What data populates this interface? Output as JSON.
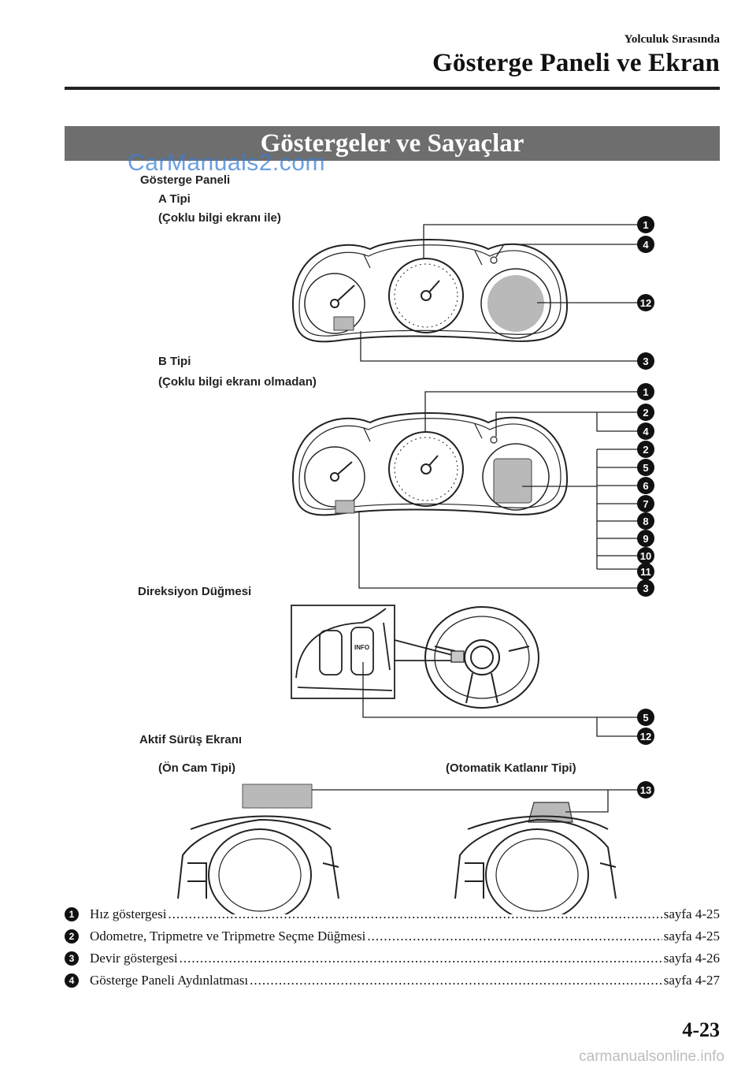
{
  "header": {
    "section": "Yolculuk Sırasında",
    "title": "Gösterge Paneli ve Ekran"
  },
  "banner": "Göstergeler ve Sayaçlar",
  "watermark_top": "CarManuals2.com",
  "labels": {
    "gosterge_paneli": "Gösterge Paneli",
    "a_tipi": "A Tipi",
    "a_tipi_sub": "(Çoklu bilgi ekranı ile)",
    "b_tipi": "B Tipi",
    "b_tipi_sub": "(Çoklu bilgi ekranı olmadan)",
    "direksiyon": "Direksiyon Düğmesi",
    "aktif": "Aktif Sürüş Ekranı",
    "on_cam": "(Ön Cam Tipi)",
    "otomatik": "(Otomatik Katlanır Tipi)"
  },
  "callouts": {
    "a": [
      "1",
      "4",
      "12",
      "3"
    ],
    "b": [
      "1",
      "2",
      "4",
      "2",
      "5",
      "6",
      "7",
      "8",
      "9",
      "10",
      "11",
      "3"
    ],
    "steering": [
      "5",
      "12"
    ],
    "hud": [
      "13"
    ]
  },
  "button_labels": {
    "info": "INFO"
  },
  "legend": [
    {
      "num": "1",
      "text": "Hız göstergesi",
      "page": "sayfa 4-25"
    },
    {
      "num": "2",
      "text": "Odometre, Tripmetre ve Tripmetre Seçme Düğmesi",
      "page": "sayfa 4-25"
    },
    {
      "num": "3",
      "text": "Devir göstergesi",
      "page": "sayfa 4-26"
    },
    {
      "num": "4",
      "text": "Gösterge Paneli Aydınlatması",
      "page": "sayfa 4-27"
    }
  ],
  "page_number": "4-23",
  "watermark_bottom": "carmanualsonline.info"
}
